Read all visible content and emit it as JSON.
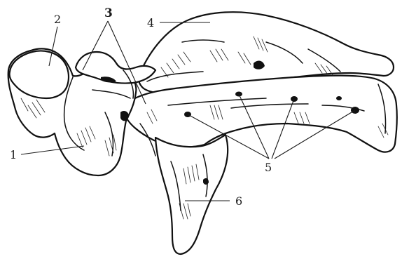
{
  "labels": {
    "l1": "1",
    "l2": "2",
    "l3": "3",
    "l4": "4",
    "l5": "5",
    "l6": "6"
  }
}
